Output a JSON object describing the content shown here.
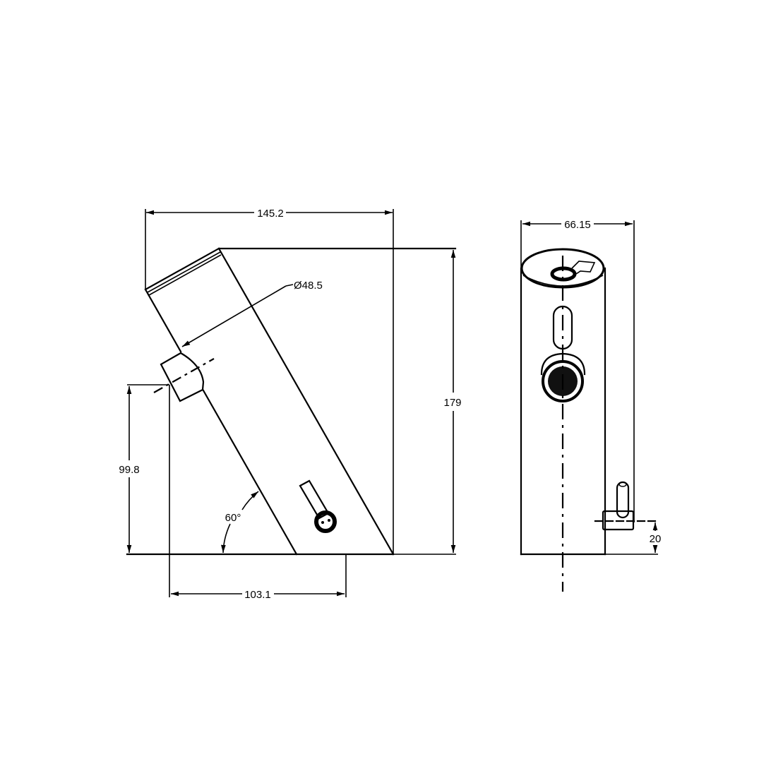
{
  "drawing": {
    "side_view": {
      "overall_width": "145.2",
      "spout_diameter": "Ø48.5",
      "overall_height": "179",
      "spout_outlet_height": "99.8",
      "angle": "60°",
      "spout_reach": "103.1"
    },
    "front_view": {
      "body_width": "66.15",
      "handle_height": "20"
    },
    "line_color": "#000000",
    "background_color": "#ffffff"
  }
}
